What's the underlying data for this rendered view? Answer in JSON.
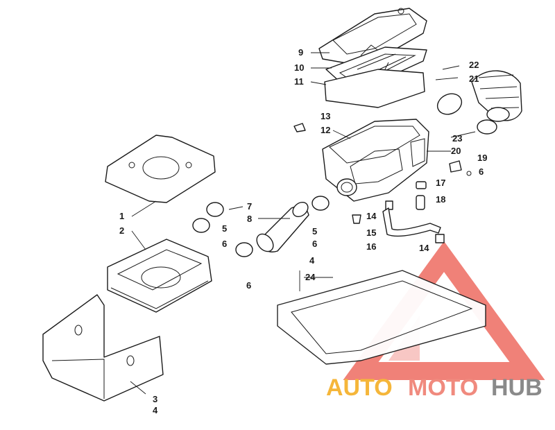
{
  "diagram": {
    "callouts": {
      "c1": "1",
      "c2": "2",
      "c3": "3",
      "c4a": "4",
      "c4b": "4",
      "c5a": "5",
      "c5b": "5",
      "c6a": "6",
      "c6b": "6",
      "c6c": "6",
      "c6d": "6",
      "c7": "7",
      "c8": "8",
      "c9": "9",
      "c10": "10",
      "c11": "11",
      "c12": "12",
      "c13": "13",
      "c14a": "14",
      "c14b": "14",
      "c15": "15",
      "c16": "16",
      "c17": "17",
      "c18": "18",
      "c19": "19",
      "c20": "20",
      "c21": "21",
      "c22": "22",
      "c23": "23",
      "c24": "24"
    }
  },
  "watermark": {
    "part1": "AUTO",
    "part2": "MOTO",
    "part3": "HUB",
    "colors": {
      "part1": "#f5b63a",
      "part2": "#f08a7e",
      "part3": "#8a8a8a",
      "logo": "#e8463a"
    },
    "logo_icon": "warning-triangle-logo-icon"
  }
}
